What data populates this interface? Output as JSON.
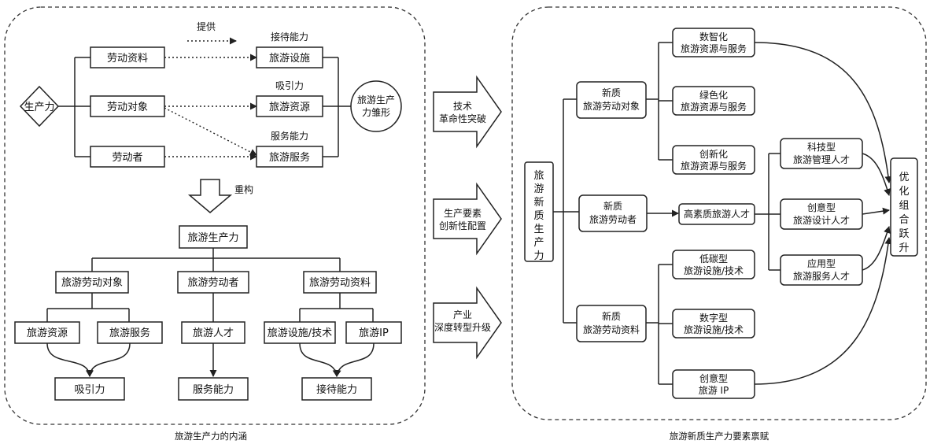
{
  "left_panel": {
    "caption": "旅游生产力的内涵",
    "top": {
      "root": "生产力",
      "means": "劳动资料",
      "object": "劳动对象",
      "laborer": "劳动者",
      "provide": "提供",
      "reception_label": "接待能力",
      "attraction_label": "吸引力",
      "service_label": "服务能力",
      "facilities": "旅游设施",
      "resources": "旅游资源",
      "services": "旅游服务",
      "shape_line1": "旅游生产",
      "shape_line2": "力雏形"
    },
    "restructure": "重构",
    "bottom": {
      "root": "旅游生产力",
      "object": "旅游劳动对象",
      "laborer": "旅游劳动者",
      "means": "旅游劳动资料",
      "resources": "旅游资源",
      "services": "旅游服务",
      "talent": "旅游人才",
      "facilities_tech": "旅游设施/技术",
      "ip": "旅游IP",
      "attraction": "吸引力",
      "service_capacity": "服务能力",
      "reception": "接待能力"
    }
  },
  "arrows": {
    "a1_line1": "技术",
    "a1_line2": "革命性突破",
    "a2_line1": "生产要素",
    "a2_line2": "创新性配置",
    "a3_line1": "产业",
    "a3_line2": "深度转型升级"
  },
  "right_panel": {
    "caption": "旅游新质生产力要素禀赋",
    "root_chars": [
      "旅",
      "游",
      "新",
      "质",
      "生",
      "产",
      "力"
    ],
    "object_line1": "新质",
    "object_line2": "旅游劳动对象",
    "laborer_line1": "新质",
    "laborer_line2": "旅游劳动者",
    "means_line1": "新质",
    "means_line2": "旅游劳动资料",
    "digital_line1": "数智化",
    "digital_line2": "旅游资源与服务",
    "green_line1": "绿色化",
    "green_line2": "旅游资源与服务",
    "innov_line1": "创新化",
    "innov_line2": "旅游资源与服务",
    "high_talent": "高素质旅游人才",
    "tech_line1": "科技型",
    "tech_line2": "旅游管理人才",
    "creative_line1": "创意型",
    "creative_line2": "旅游设计人才",
    "applied_line1": "应用型",
    "applied_line2": "旅游服务人才",
    "lowcarbon_line1": "低碳型",
    "lowcarbon_line2": "旅游设施/技术",
    "digitaltype_line1": "数字型",
    "digitaltype_line2": "旅游设施/技术",
    "creativeip_line1": "创意型",
    "creativeip_line2": "旅游 IP",
    "result_chars": [
      "优",
      "化",
      "组",
      "合",
      "跃",
      "升"
    ]
  }
}
